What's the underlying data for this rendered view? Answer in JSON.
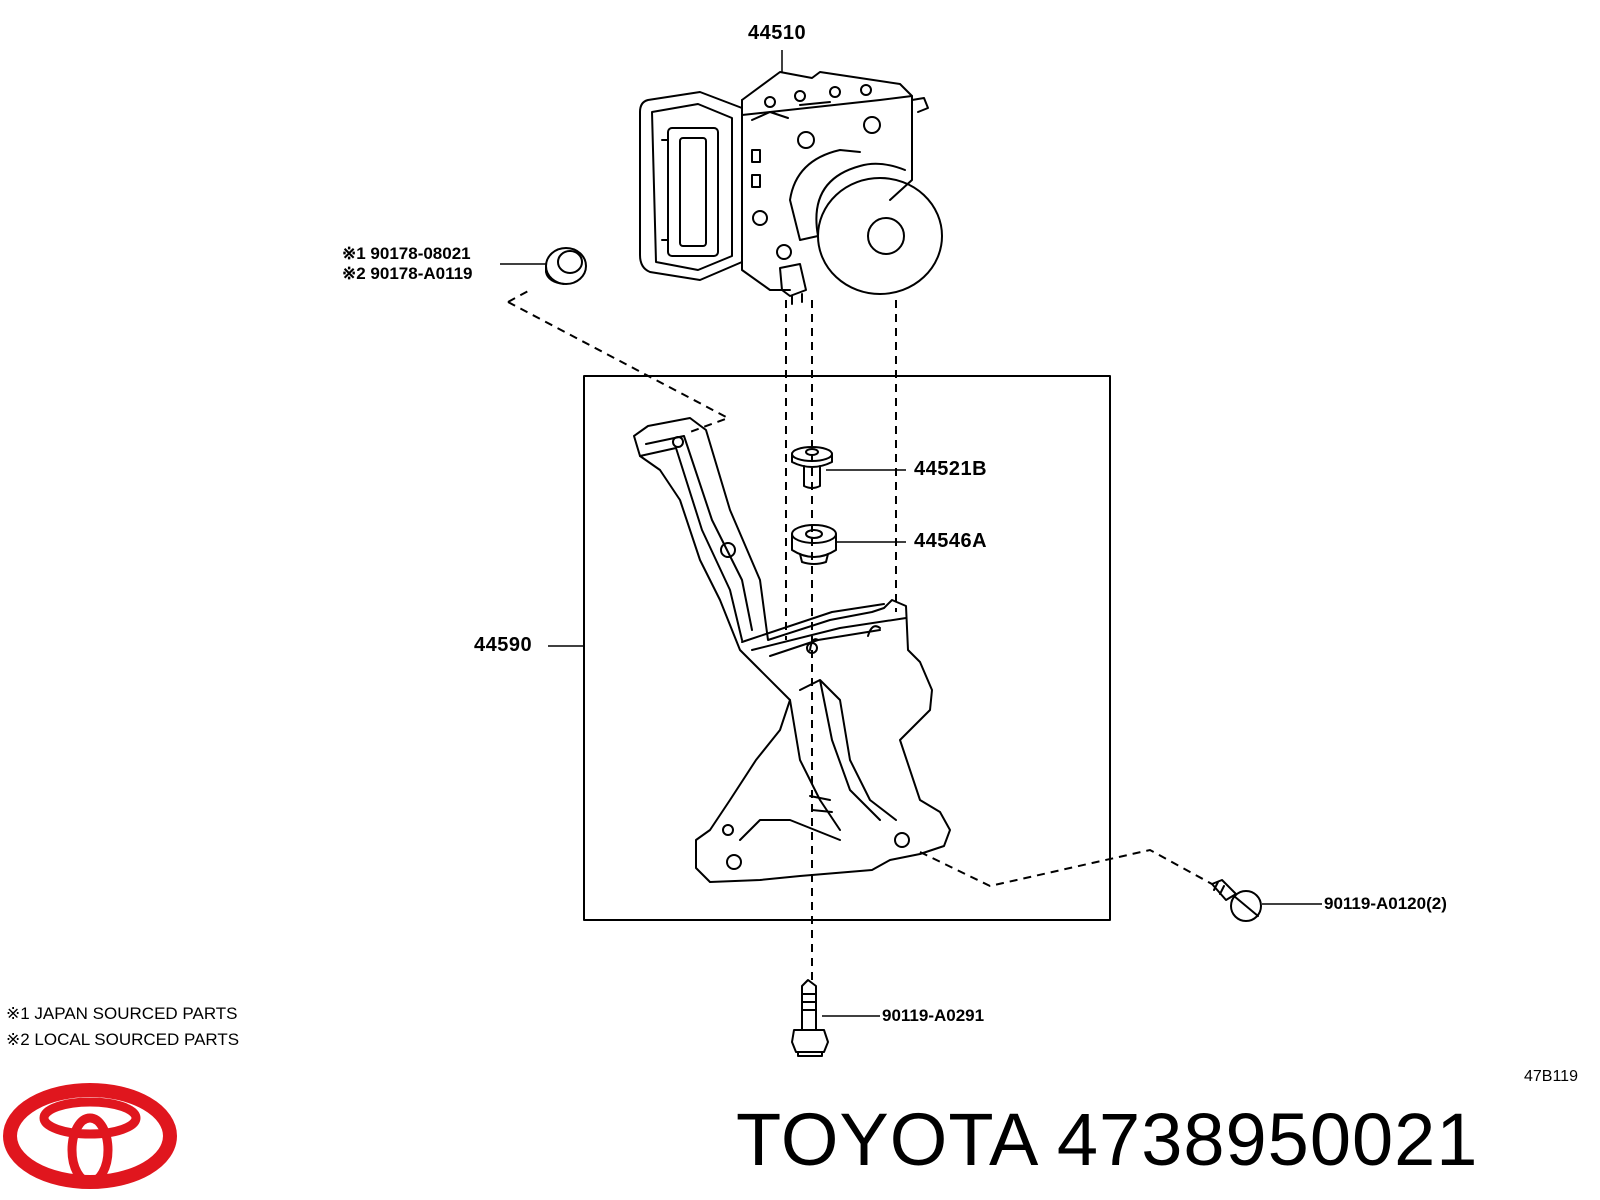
{
  "parts": {
    "abs_unit": "44510",
    "bolt_a": "※1 90178-08021",
    "bolt_b": "※2 90178-A0119",
    "collar": "44521B",
    "cushion": "44546A",
    "bracket": "44590",
    "side_bolt": "90119-A0120(2)",
    "bottom_bolt": "90119-A0291"
  },
  "notes": {
    "note1": "※1 JAPAN SOURCED PARTS",
    "note2": "※2 LOCAL SOURCED PARTS"
  },
  "diagram_code": "47B119",
  "footer": {
    "brand_text": "TOYOTA 4738950021",
    "logo_color": "#e0161e"
  }
}
